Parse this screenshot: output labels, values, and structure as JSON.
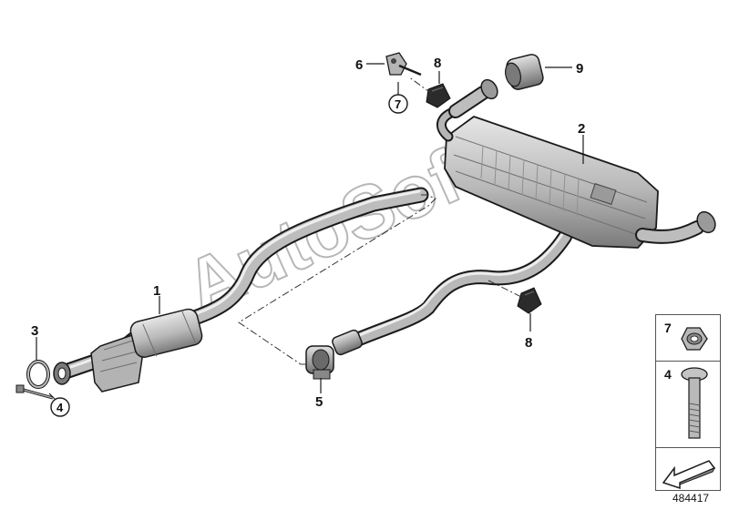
{
  "callouts": {
    "c1": "1",
    "c2": "2",
    "c3": "3",
    "c4": "4",
    "c5": "5",
    "c6": "6",
    "c7": "7",
    "c8a": "8",
    "c8b": "8",
    "c9": "9"
  },
  "watermark": "AutoSoft",
  "legend": {
    "nut_number": "7",
    "bolt_number": "4"
  },
  "diagram_id": "484417",
  "colors": {
    "line": "#1a1a1a",
    "part_fill": "#c9c9c9",
    "part_dark": "#8a8a8a",
    "rubber": "#2b2b2b"
  }
}
